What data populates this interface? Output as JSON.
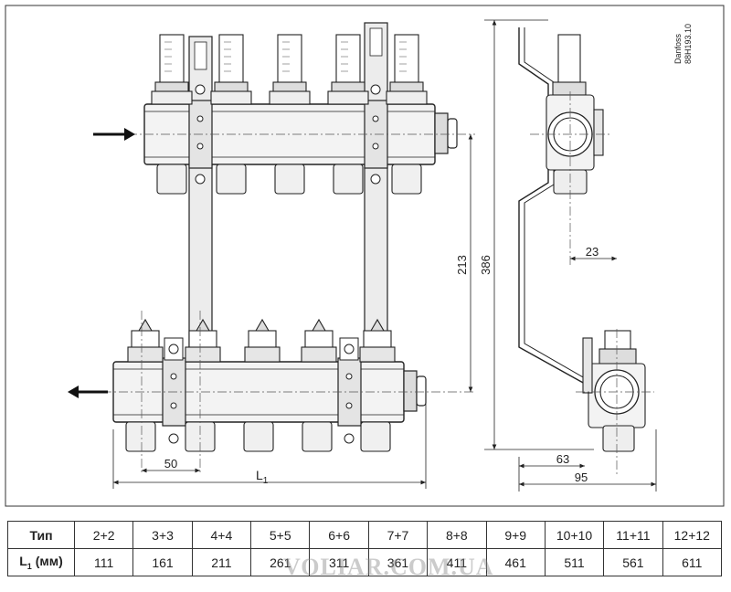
{
  "drawing": {
    "brand": "Danfoss",
    "code": "88H193.10",
    "dim_pitch": "50",
    "dim_length": "L",
    "dim_length_sub": "1",
    "dim_height_inner": "213",
    "dim_height_total": "386",
    "dim_side_offset": "23",
    "dim_side_depth": "63",
    "dim_side_total": "95"
  },
  "table": {
    "row1_label": "Тип",
    "row2_label_main": "L",
    "row2_label_sub": "1",
    "row2_label_unit": " (мм)",
    "types": [
      "2+2",
      "3+3",
      "4+4",
      "5+5",
      "6+6",
      "7+7",
      "8+8",
      "9+9",
      "10+10",
      "11+11",
      "12+12"
    ],
    "lengths": [
      "111",
      "161",
      "211",
      "261",
      "311",
      "361",
      "411",
      "461",
      "511",
      "561",
      "611"
    ]
  },
  "watermark": "VOLIAR.COM.UA",
  "colors": {
    "line": "#222222",
    "fill_light": "#f2f2f2",
    "fill_mid": "#d9d9d9"
  }
}
